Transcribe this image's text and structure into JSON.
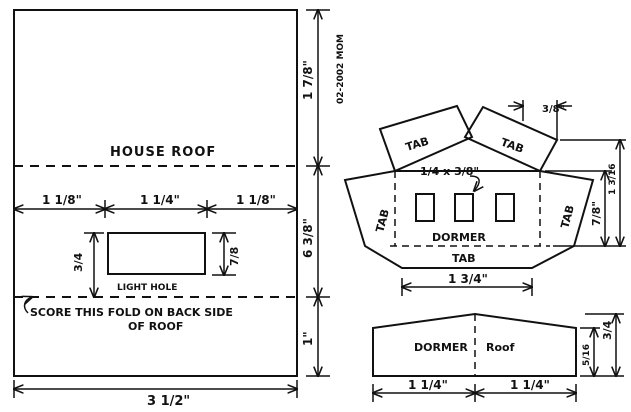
{
  "colors": {
    "ink": "#111111",
    "paper": "#ffffff"
  },
  "house_roof": {
    "title": "HOUSE ROOF",
    "light_hole_label": "LIGHT HOLE",
    "score_note_line1": "SCORE THIS FOLD ON BACK SIDE",
    "score_note_line2": "OF ROOF",
    "dims": {
      "top_height": "1 7/8\"",
      "total_height": "6 3/8\"",
      "bottom_height": "1\"",
      "width": "3 1/2\"",
      "left_offset": "1 1/8\"",
      "hole_width": "1 1/4\"",
      "right_offset": "1 1/8\"",
      "hole_height_left": "3/4",
      "hole_height_right": "7/8"
    },
    "signature": "02-2002 MOM"
  },
  "dormer_front": {
    "tab_left": "TAB",
    "tab_right": "TAB",
    "tab_side_left": "TAB",
    "tab_side_right": "TAB",
    "tab_bottom": "TAB",
    "label": "DORMER",
    "window_size": "1/4 x 3/8\"",
    "dims": {
      "top_tab": "3/8\"",
      "height_outer": "1 3/16",
      "height_inner": "7/8\"",
      "bottom_width": "1 3/4\""
    }
  },
  "dormer_roof": {
    "label_left": "DORMER",
    "label_right": "Roof",
    "dims": {
      "height_outer": "3/4",
      "height_inner": "5/16",
      "left_width": "1 1/4\"",
      "right_width": "1 1/4\""
    }
  }
}
